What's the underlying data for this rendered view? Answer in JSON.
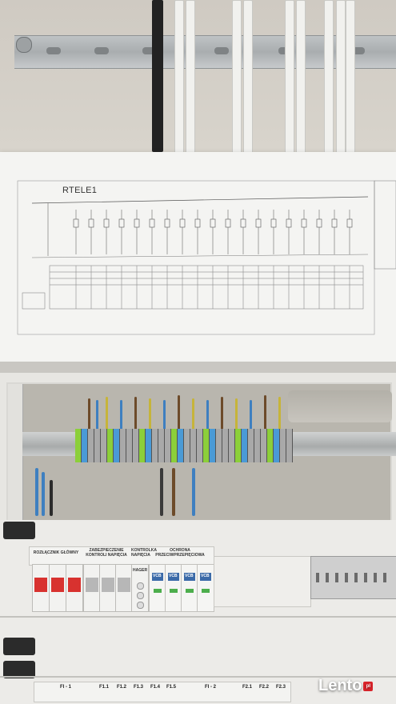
{
  "diagram": {
    "title": "RTELE1"
  },
  "panel_labels": {
    "main_switch": "ROZŁĄCZNIK GŁÓWNY",
    "voltage_protection": "ZABEZPIECZENIE KONTROLI NAPIĘCIA",
    "voltage_control": "KONTROLKA NAPIĘCIA",
    "surge_protection": "OCHRONA PRZECIWPRZEPIĘCIOWA"
  },
  "device_labels": {
    "spd_brand": "VCB",
    "indicator_brand": "HAGER"
  },
  "bottom_labels": {
    "fi1": "FI - 1",
    "f11": "F1.1",
    "f12": "F1.2",
    "f13": "F1.3",
    "f14": "F1.4",
    "f15": "F1.5",
    "fi2": "FI - 2",
    "f21": "F2.1",
    "f22": "F2.2",
    "f23": "F2.3"
  },
  "watermark": {
    "text": "Lento",
    "suffix": "pl"
  },
  "colors": {
    "breaker_red": "#d8322f",
    "breaker_grey": "#b7b7b7",
    "terminal_blue": "#4a9ad6",
    "terminal_green_yellow": "#8ccf3a",
    "terminal_grey": "#a9a9a9"
  }
}
